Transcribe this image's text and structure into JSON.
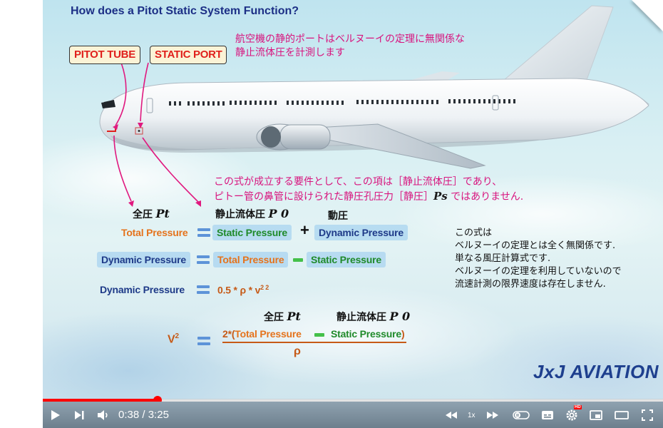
{
  "video": {
    "title": "How does a Pitot Static System Function?",
    "jp_note_top": [
      "航空機の静的ポートはベルヌーイの定理に無関係な",
      "静止流体圧を計測します"
    ],
    "labels": {
      "pitot_tube": "PITOT TUBE",
      "static_port": "STATIC PORT"
    },
    "jp_note_mid": {
      "line1": "この式が成立する要件として、この項は［静止流体圧］であり、",
      "line2_before": "ピトー管の鼻管に設けられた静圧孔圧力［静圧］",
      "line2_symbol": "Ps",
      "line2_after": " ではありません."
    },
    "eq1_heads": {
      "total_jp": "全圧",
      "total_sym": "Pt",
      "static_jp": "静止流体圧",
      "static_sym": "P 0",
      "dynamic_jp": "動圧"
    },
    "terms": {
      "total_pressure": "Total Pressure",
      "static_pressure": "Static Pressure",
      "dynamic_pressure": "Dynamic Pressure",
      "half_rho_v2": "0.5 * ρ * v",
      "half_rho_v2_exp": "2 2"
    },
    "side_note": [
      "この式は",
      "ベルヌーイの定理とは全く無関係です.",
      "単なる風圧計算式です.",
      "ベルヌーイの定理を利用していないので",
      "流速計測の限界速度は存在しません."
    ],
    "eq4": {
      "total_jp": "全圧",
      "total_sym": "Pt",
      "static_jp": "静止流体圧",
      "static_sym": "P 0",
      "lhs": "V",
      "lhs_exp": "2",
      "numerator_prefix": "2*(",
      "numerator_total": "Total Pressure",
      "numerator_static": "Static Pressure",
      "numerator_suffix": ")",
      "denominator": "ρ"
    },
    "brand": "JxJ AVIATION"
  },
  "player": {
    "current_time": "0:38",
    "duration": "3:25",
    "time_sep": " / ",
    "progress": 0.185,
    "speed_label": "1x",
    "hd_badge": "HD",
    "accent_color": "#ff0000",
    "icons": [
      "play-icon",
      "next-icon",
      "volume-icon",
      "rewind-icon",
      "forward-icon",
      "autoplay-toggle-icon",
      "subtitles-icon",
      "gear-icon",
      "miniplayer-icon",
      "theater-icon",
      "fullscreen-icon"
    ]
  }
}
